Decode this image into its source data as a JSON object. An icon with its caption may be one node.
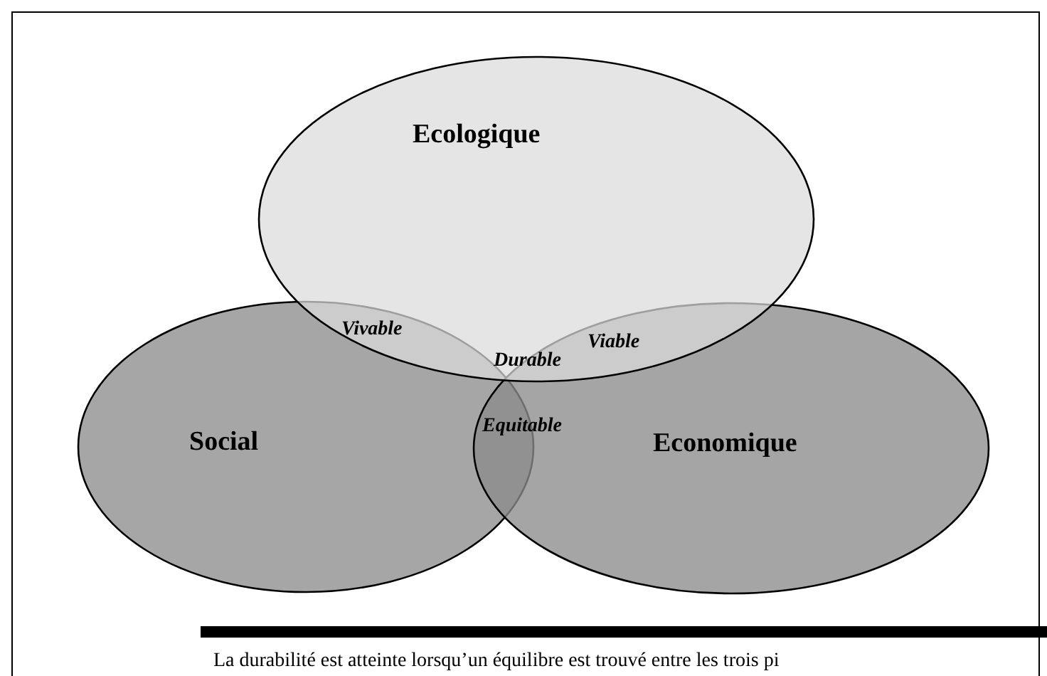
{
  "diagram": {
    "caption": "La durabilité est atteinte lorsqu’un équilibre est trouvé entre les trois pi",
    "nodes": [
      {
        "text": [
          "Ecologique"
        ]
      },
      {
        "text": [
          "Social"
        ]
      },
      {
        "text": [
          "Economique"
        ]
      }
    ],
    "labels": [
      "Vivable",
      "Viable",
      "Durable",
      "Equitable"
    ]
  }
}
